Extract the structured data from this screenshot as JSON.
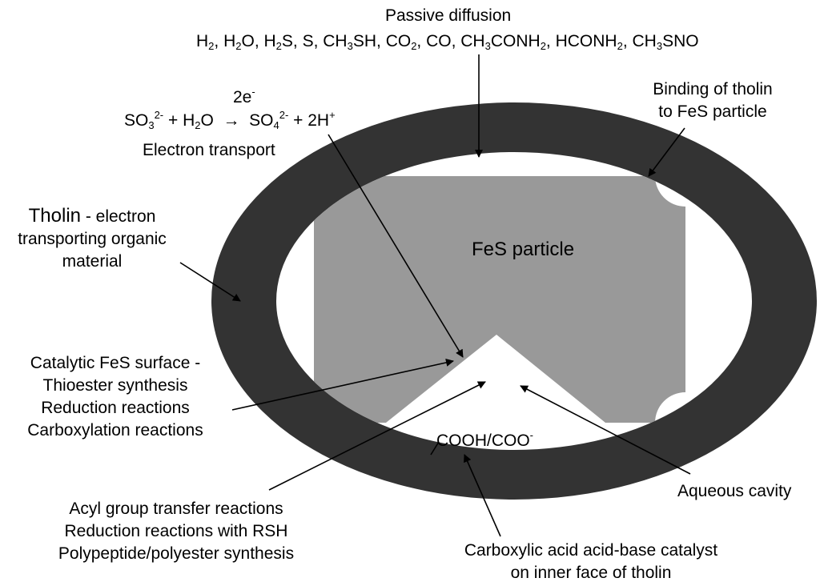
{
  "colors": {
    "tholin_ring": "#333333",
    "fes_particle": "#999999",
    "cavity": "#ffffff",
    "line": "#000000"
  },
  "passive_diffusion": {
    "title": "Passive diffusion",
    "species": [
      {
        "base": "H",
        "sub": "2",
        "after": ", "
      },
      {
        "base": "H",
        "sub": "2",
        "after": "O, "
      },
      {
        "base": "H",
        "sub": "2",
        "after": "S, S, "
      },
      {
        "base": "CH",
        "sub": "3",
        "after": "SH, "
      },
      {
        "base": "CO",
        "sub": "2",
        "after": ", CO, "
      },
      {
        "base": "CH",
        "sub": "3",
        "after": "CONH"
      },
      {
        "base": "",
        "sub": "2",
        "after": ", HCONH"
      },
      {
        "base": "",
        "sub": "2",
        "after": ", "
      },
      {
        "base": "CH",
        "sub": "3",
        "after": "SNO"
      }
    ]
  },
  "reaction": {
    "electrons": "2e",
    "electrons_sup": "-",
    "lhs_1": "SO",
    "lhs_1_sub": "3",
    "lhs_1_sup": "2-",
    "plus_1": " + H",
    "lhs_2_sub": "2",
    "lhs_2_after": "O",
    "arrow": "→",
    "rhs_1": "SO",
    "rhs_1_sub": "4",
    "rhs_1_sup": "2-",
    "rhs_2": " + 2H",
    "rhs_2_sup": "+"
  },
  "labels": {
    "electron_transport": "Electron transport",
    "binding_line1": "Binding  of tholin",
    "binding_line2": "to FeS particle",
    "tholin_word": "Tholin",
    "tholin_rest": " - electron",
    "tholin_line2": "transporting organic",
    "tholin_line3": "material",
    "fes_particle": "FeS particle",
    "catalytic_line1": "Catalytic FeS surface -",
    "catalytic_line2": "Thioester synthesis",
    "catalytic_line3": "Reduction reactions",
    "catalytic_line4": "Carboxylation reactions",
    "cooh": "COOH/COO",
    "cooh_sup": "-",
    "aqueous_cavity": "Aqueous cavity",
    "acyl_line1": "Acyl group transfer reactions",
    "acyl_line2": "Reduction reactions with RSH",
    "acyl_line3": "Polypeptide/polyester synthesis",
    "carboxylic_line1": "Carboxylic acid acid-base catalyst",
    "carboxylic_line2": "on inner face of tholin"
  }
}
